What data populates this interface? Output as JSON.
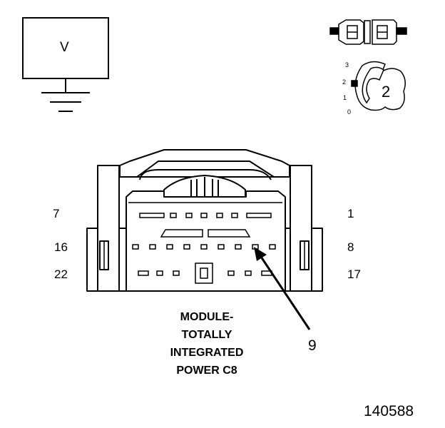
{
  "meter_box": {
    "label": "V"
  },
  "position_indicator": {
    "positions": [
      "3",
      "2",
      "1",
      "0"
    ],
    "current": "2"
  },
  "pin_labels": {
    "left_top": "7",
    "left_mid": "16",
    "left_bottom": "22",
    "right_top": "1",
    "right_mid": "8",
    "right_bottom": "17"
  },
  "callout": {
    "pin_number": "9"
  },
  "caption": {
    "lines": [
      "MODULE-",
      "TOTALLY",
      "INTEGRATED",
      "POWER C8"
    ]
  },
  "figure_id": "140588"
}
